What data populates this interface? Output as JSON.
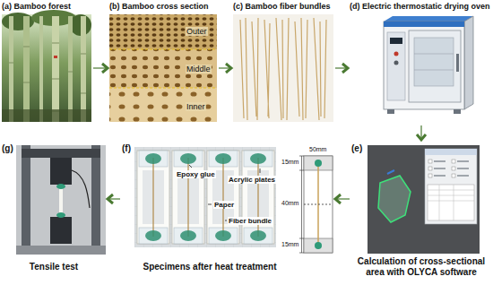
{
  "diagram": {
    "nodes": [
      {
        "text": [
          "(a) Bamboo forest"
        ]
      },
      {
        "text": [
          "(b) Bamboo cross section"
        ]
      },
      {
        "text": [
          "(c) Bamboo fiber bundles"
        ]
      },
      {
        "text": [
          "(d) Electric thermostatic drying oven"
        ]
      },
      {
        "text": [
          "(e)",
          "Calculation of cross-sectional area with OLYCA software"
        ]
      },
      {
        "text": [
          "(f)",
          "Specimens after heat treatment"
        ]
      },
      {
        "text": [
          "(g)",
          "Tensile test"
        ]
      }
    ],
    "edges": [
      {
        "from": 0,
        "to": 1,
        "arrow": "to"
      },
      {
        "from": 1,
        "to": 2,
        "arrow": "to"
      },
      {
        "from": 2,
        "to": 3,
        "arrow": "to"
      },
      {
        "from": 3,
        "to": 4,
        "arrow": "to"
      },
      {
        "from": 4,
        "to": 5,
        "arrow": "to"
      },
      {
        "from": 5,
        "to": 6,
        "arrow": "to"
      }
    ],
    "labels": [
      "Outer",
      "Middle",
      "Inner",
      "Epoxy glue",
      "Acrylic plates",
      "Paper",
      "Fiber bundle",
      "50mm",
      "15mm",
      "40mm",
      "15mm"
    ]
  }
}
